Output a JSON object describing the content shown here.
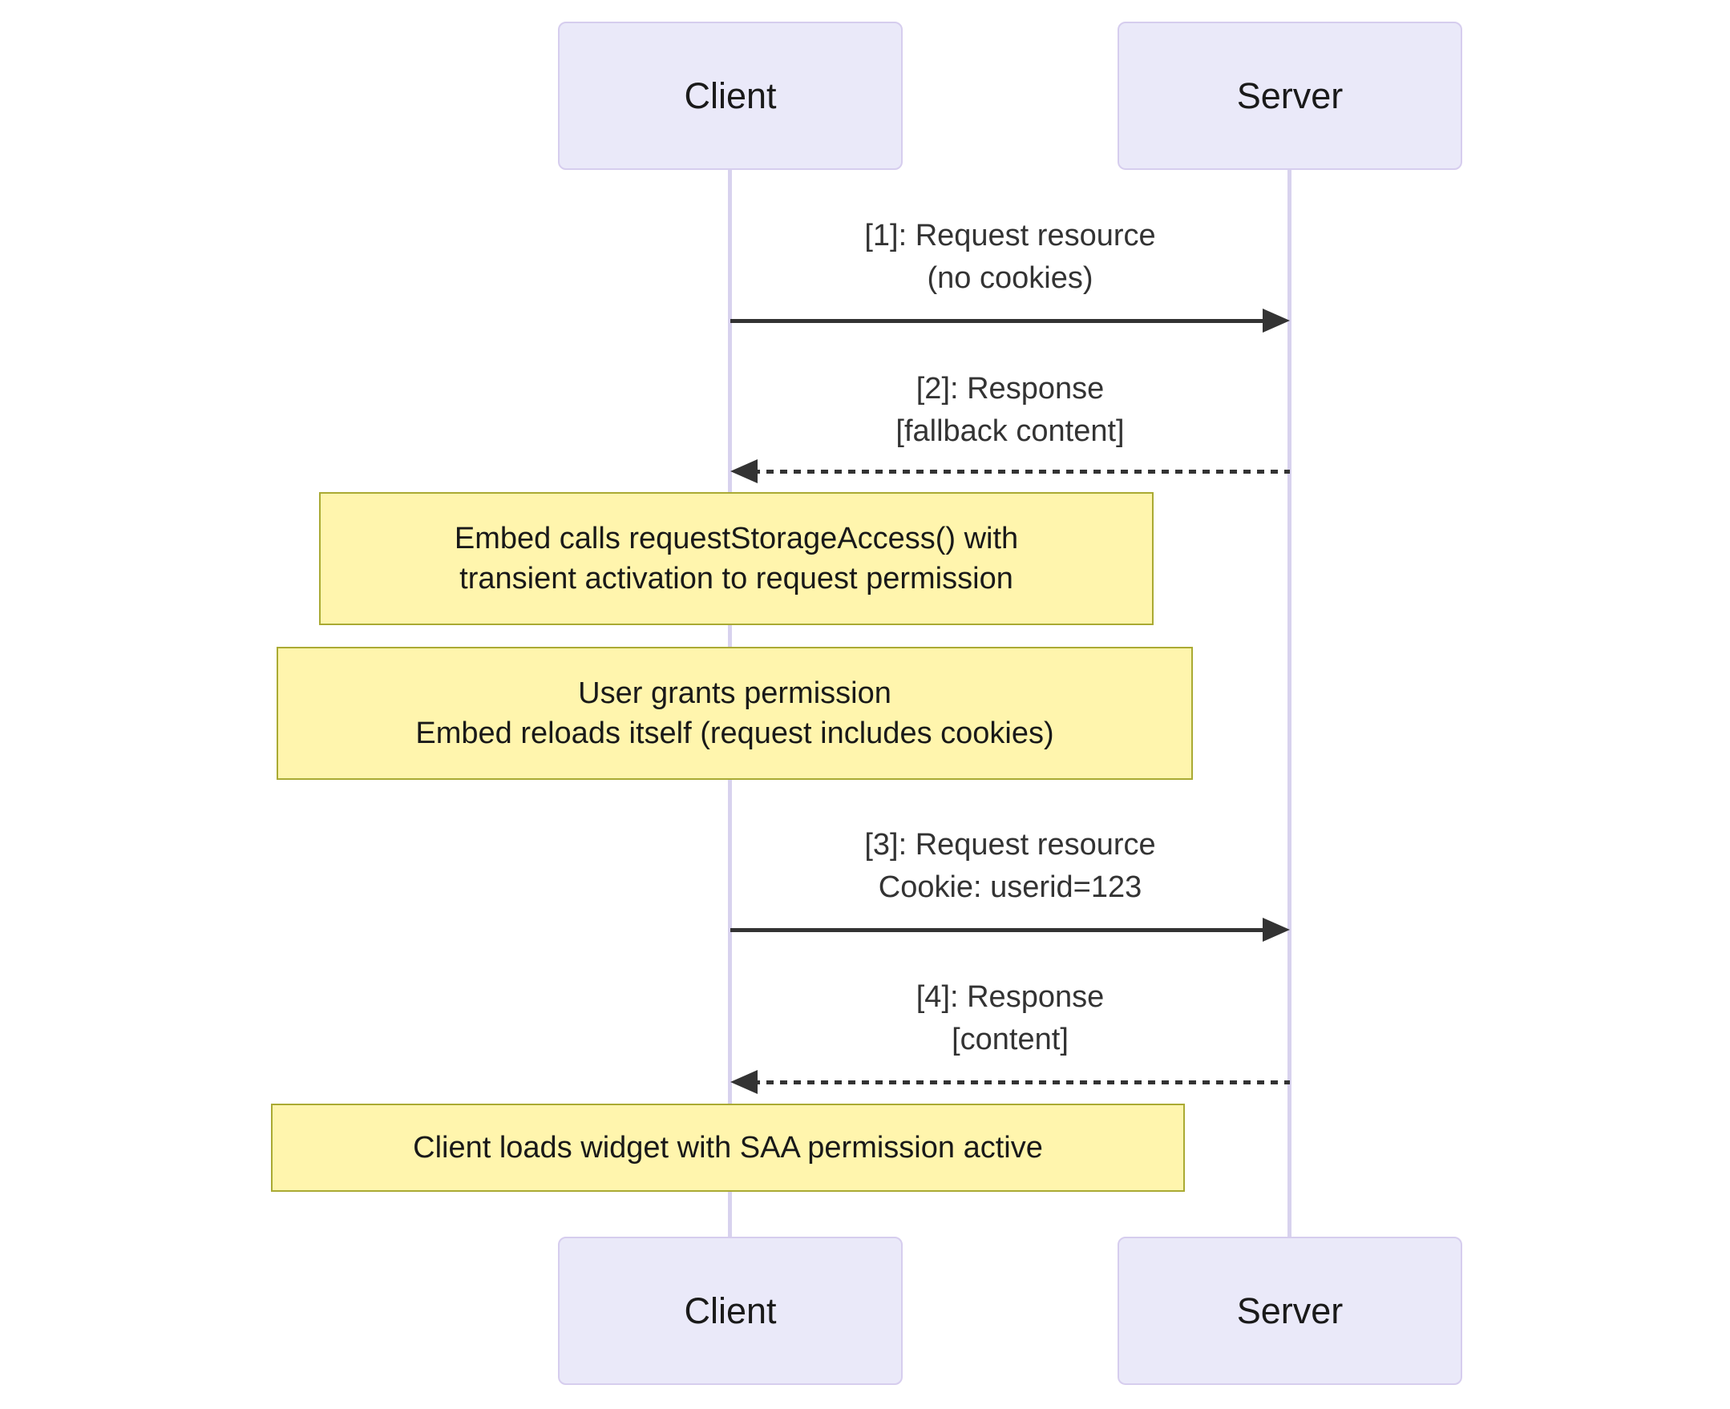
{
  "diagram": {
    "type": "sequence",
    "actors": [
      {
        "id": "client",
        "label": "Client"
      },
      {
        "id": "server",
        "label": "Server"
      }
    ],
    "messages": [
      {
        "seq": "1",
        "from": "client",
        "to": "server",
        "style": "solid",
        "lines": [
          "[1]: Request resource",
          "(no cookies)"
        ]
      },
      {
        "seq": "2",
        "from": "server",
        "to": "client",
        "style": "dashed",
        "lines": [
          "[2]: Response",
          "[fallback content]"
        ]
      },
      {
        "seq": "3",
        "from": "client",
        "to": "server",
        "style": "solid",
        "lines": [
          "[3]: Request resource",
          "Cookie: userid=123"
        ]
      },
      {
        "seq": "4",
        "from": "server",
        "to": "client",
        "style": "dashed",
        "lines": [
          "[4]: Response",
          "[content]"
        ]
      }
    ],
    "notes": [
      {
        "over": "client",
        "lines": [
          "Embed calls requestStorageAccess() with",
          "transient activation to request permission"
        ]
      },
      {
        "over": "client",
        "lines": [
          "User grants permission",
          "Embed reloads itself (request includes cookies)"
        ]
      },
      {
        "over": "client",
        "lines": [
          "Client loads widget with SAA permission active"
        ]
      }
    ],
    "colors": {
      "actor_fill": "#eae9f9",
      "actor_border": "#d6cdee",
      "lifeline": "#d8d2ee",
      "note_fill": "#fff5ad",
      "note_border": "#aaaa33",
      "message_text": "#333333",
      "arrow": "#333333"
    }
  }
}
